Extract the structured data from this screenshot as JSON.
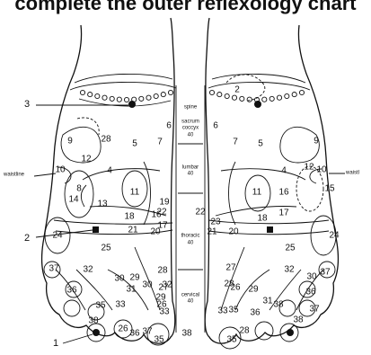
{
  "title": "complete the outer reflexology chart",
  "center_labels": {
    "spine": "spine",
    "sacrum": [
      "sacrum",
      "coccyx",
      "40"
    ],
    "lumbar": [
      "lumbar",
      "40"
    ],
    "thoracic": [
      "thoracic",
      "40"
    ],
    "cervical": [
      "cervical",
      "40"
    ]
  },
  "side_labels": {
    "left": "waistline",
    "right": "waistl"
  },
  "callouts": [
    "3",
    "2",
    "1"
  ],
  "colors": {
    "ink": "#111111",
    "background": "#ffffff"
  },
  "zone_numbers_left": [
    "28",
    "5",
    "6",
    "7",
    "9",
    "12",
    "10",
    "4",
    "8",
    "14",
    "11",
    "13",
    "19",
    "18",
    "16",
    "17",
    "22",
    "21",
    "20",
    "24",
    "25",
    "37",
    "32",
    "30",
    "36",
    "31",
    "28",
    "33",
    "26",
    "27",
    "35",
    "38",
    "37",
    "36",
    "26",
    "35",
    "38",
    "33",
    "29",
    "32",
    "30",
    "29"
  ],
  "zone_numbers_right": [
    "2",
    "5",
    "6",
    "7",
    "9",
    "4",
    "12",
    "10",
    "11",
    "16",
    "15",
    "18",
    "17",
    "22",
    "23",
    "20",
    "21",
    "24",
    "25",
    "27",
    "28",
    "32",
    "30",
    "26",
    "35",
    "33",
    "31",
    "36",
    "38",
    "37",
    "29",
    "36",
    "37",
    "38",
    "28",
    "35"
  ]
}
